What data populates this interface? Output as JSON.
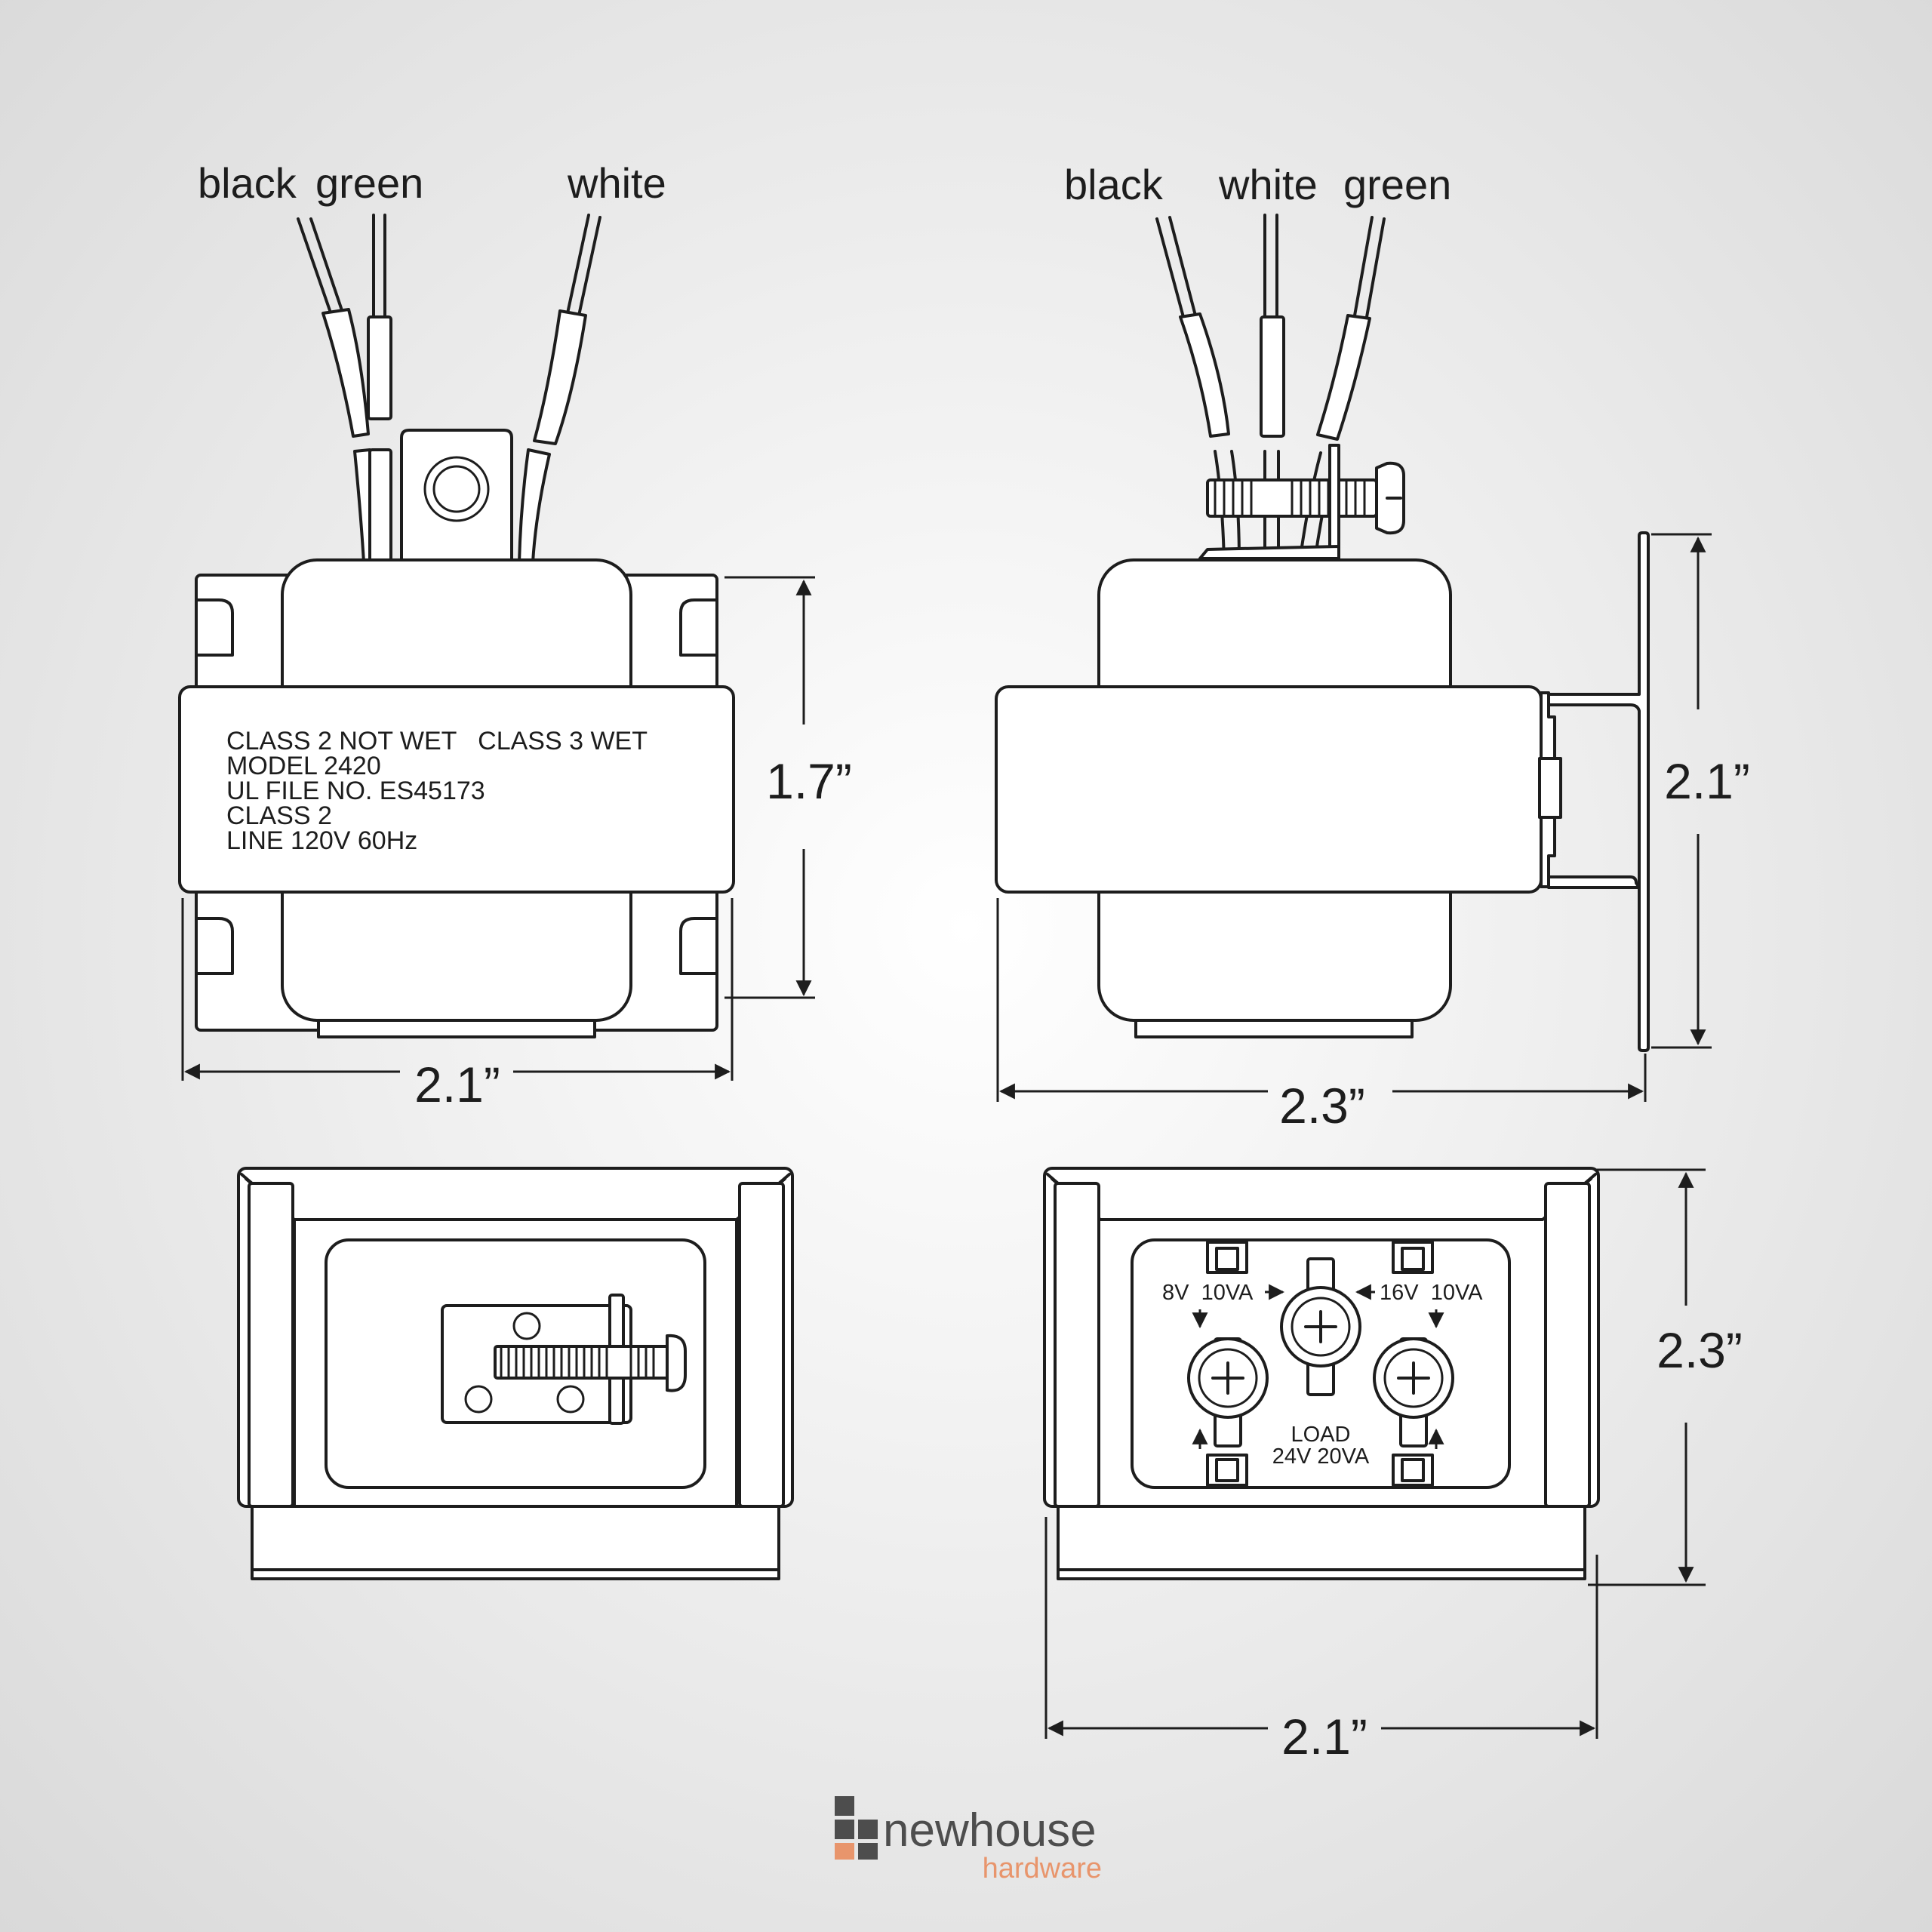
{
  "front_view": {
    "wire_labels": [
      "black",
      "green",
      "white"
    ],
    "nameplate": [
      "CLASS 2 NOT WET   CLASS 3 WET",
      "MODEL 2420",
      "UL FILE NO. ES45173",
      "CLASS 2",
      "LINE 120V 60Hz"
    ],
    "height_dim": "1.7”",
    "width_dim": "2.1”"
  },
  "side_view": {
    "wire_labels": [
      "black",
      "white",
      "green"
    ],
    "height_dim": "2.1”",
    "width_dim": "2.3”"
  },
  "top_view": {},
  "terminal_view": {
    "label_left": "8V  10VA",
    "label_right": "16V  10VA",
    "load_line1": "LOAD",
    "load_line2": "24V 20VA",
    "height_dim": "2.3”",
    "width_dim": "2.1”"
  },
  "brand": {
    "name": "newhouse",
    "sub": "hardware",
    "colors": {
      "dark": "#4d4d4d",
      "accent": "#e8956c"
    }
  }
}
